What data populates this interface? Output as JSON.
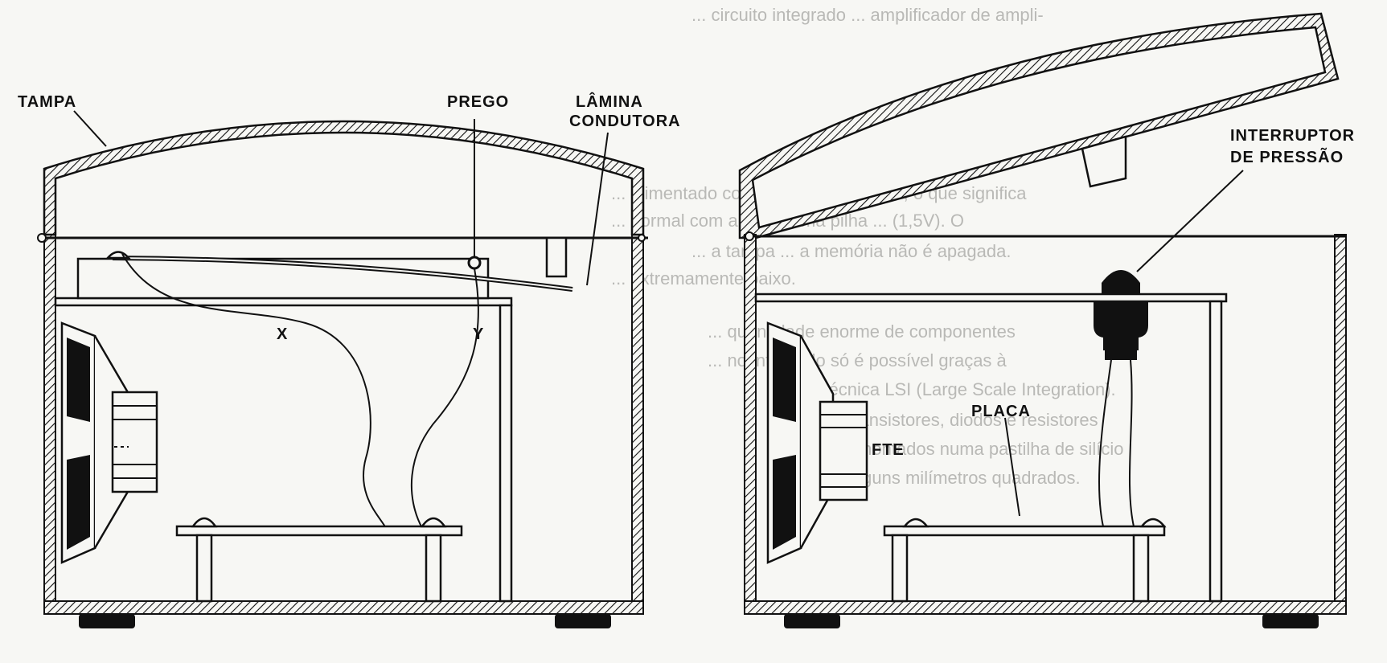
{
  "left_figure": {
    "labels": {
      "tampa": "TAMPA",
      "prego": "PREGO",
      "lamina_1": "LÂMINA",
      "lamina_2": "CONDUTORA",
      "x": "X",
      "y": "Y"
    }
  },
  "right_figure": {
    "labels": {
      "interruptor_1": "INTERRUPTOR",
      "interruptor_2": "DE PRESSÃO",
      "placa": "PLACA",
      "fte": "FTE"
    }
  },
  "background_text": [
    "... circuito integrado ... amplificador de ampli-",
    "... a tampa ... a memória não é apagada.",
    "... alimentado com uma bateria de 9V, o que significa",
    "... normal com apenas uma pilha ... (1,5V). O",
    "... extremamente baixo.",
    "... quantidade enorme de componentes",
    "... no integrado só é possível graças à",
    "... técnica LSI (Large Scale Integration).",
    "... de transistores, diodos e resistores",
    "... são montados numa pastilha de silício",
    "... de alguns milímetros quadrados."
  ]
}
